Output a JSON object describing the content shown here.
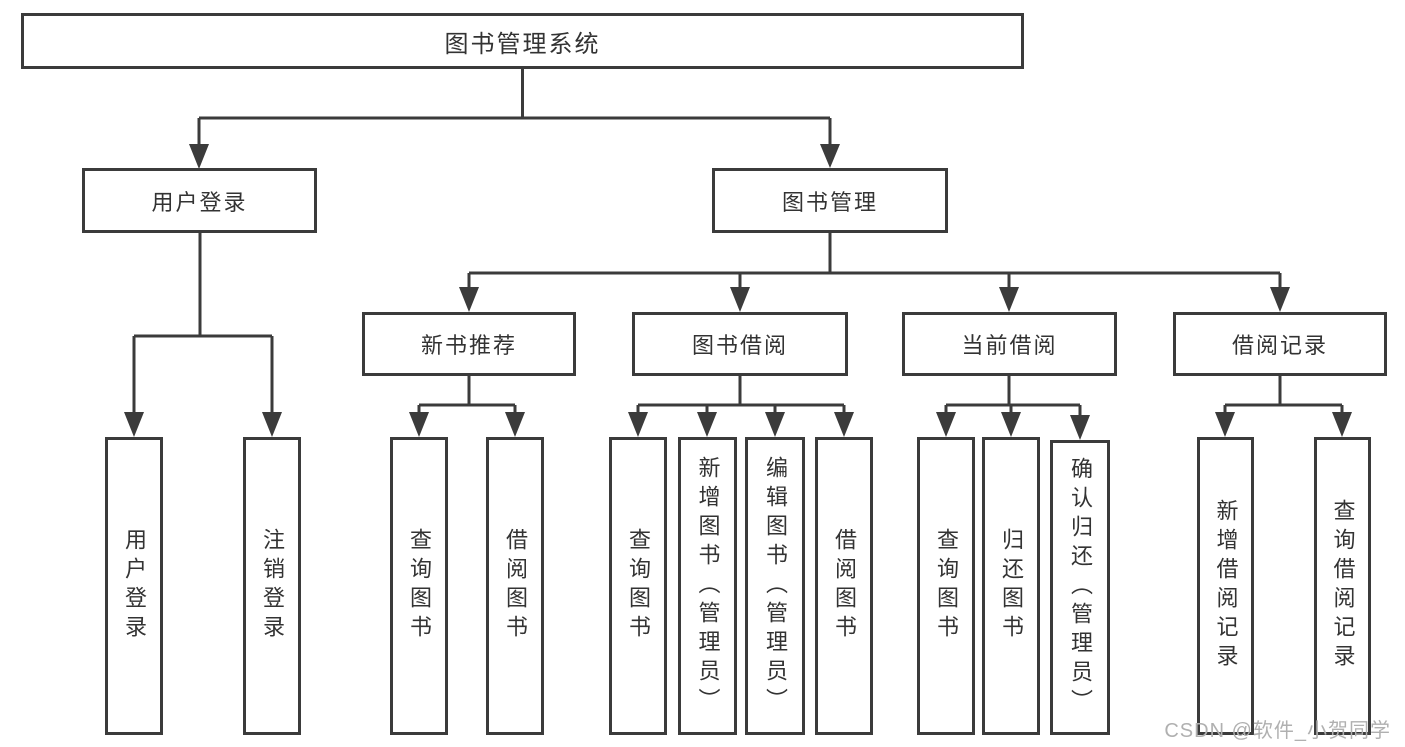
{
  "diagram": {
    "root": {
      "label": "图书管理系统"
    },
    "level2": [
      {
        "label": "用户登录"
      },
      {
        "label": "图书管理"
      }
    ],
    "level3": [
      {
        "label": "新书推荐"
      },
      {
        "label": "图书借阅"
      },
      {
        "label": "当前借阅"
      },
      {
        "label": "借阅记录"
      }
    ],
    "leaves": {
      "user_login": [
        "用户登录",
        "注销登录"
      ],
      "new_book_recommend": [
        "查询图书",
        "借阅图书"
      ],
      "book_borrow": [
        "查询图书",
        "新增图书（管理员）",
        "编辑图书（管理员）",
        "借阅图书"
      ],
      "current_borrow": [
        "查询图书",
        "归还图书",
        "确认归还（管理员）"
      ],
      "borrow_record": [
        "新增借阅记录",
        "查询借阅记录"
      ]
    }
  },
  "watermark": {
    "text": "CSDN @软件_小贺同学"
  },
  "colors": {
    "line": "#3b3b3b",
    "text": "#333333",
    "watermark": "#b0b0b0",
    "background": "#ffffff"
  }
}
